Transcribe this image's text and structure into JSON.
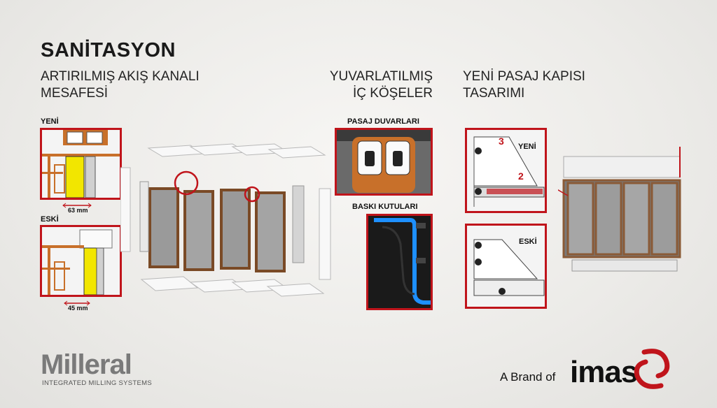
{
  "title": "SANİTASYON",
  "sections": {
    "channel": {
      "heading_line1": "ARTIRILMIŞ AKIŞ KANALI",
      "heading_line2": "MESAFESİ",
      "new_label": "YENİ",
      "old_label": "ESKİ",
      "new_measure": "63 mm",
      "old_measure": "45 mm"
    },
    "corners": {
      "heading_line1": "YUVARLATILMIŞ",
      "heading_line2": "İÇ KÖŞELER",
      "walls_label": "PASAJ DUVARLARI",
      "boxes_label": "BASKI KUTULARI"
    },
    "door": {
      "heading_line1": "YENİ PASAJ KAPISI",
      "heading_line2": "TASARIMI",
      "new_label": "YENİ",
      "old_label": "ESKİ",
      "marker_3": "3",
      "marker_2": "2"
    }
  },
  "footer": {
    "logo_text": "Milleral",
    "logo_subtitle": "INTEGRATED MILLING SYSTEMS",
    "brand_prefix": "A Brand of",
    "brand_name": "imas"
  },
  "colors": {
    "accent_red": "#c0141b",
    "yellow": "#f2e600",
    "copper": "#c8702a",
    "blue": "#1e90ff"
  }
}
